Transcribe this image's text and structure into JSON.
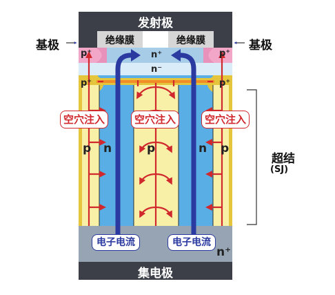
{
  "labels": {
    "emitter": "发射极",
    "collector": "集电极",
    "base_left": "基极",
    "base_right": "基极",
    "insulator_left": "绝缘膜",
    "insulator_right": "绝缘膜",
    "superjunction": "超结",
    "sj_abbr": "(SJ)"
  },
  "regions": {
    "p_plus_top_left": "p⁺",
    "p_plus_top_right": "p⁺",
    "p_plus_mid_left": "p⁺",
    "p_plus_mid_right": "p⁺",
    "n_plus_top": "n⁺",
    "n_minus": "n⁻",
    "n_plus_bottom": "n⁺",
    "p_left": "p",
    "p_center": "p",
    "p_right": "p",
    "n_left": "n",
    "n_right": "n"
  },
  "flows": {
    "hole_injection": [
      "空穴注入",
      "空穴注入",
      "空穴注入"
    ],
    "electron_current": [
      "电子电流",
      "电子电流"
    ]
  },
  "colors": {
    "bar_dark": "#3c3f47",
    "n_region": "#5aaee6",
    "p_region": "#f8f0a6",
    "p_plus_yellow": "#e4c53c",
    "p_plus_pink": "#f2a6c8",
    "n_plus_blue": "#a7cce8",
    "n_minus": "#d9ecf8",
    "hole_arrow": "#d0282d",
    "electron_arrow": "#2a3aa0",
    "bottom_n_plus": "#97a4b4"
  }
}
